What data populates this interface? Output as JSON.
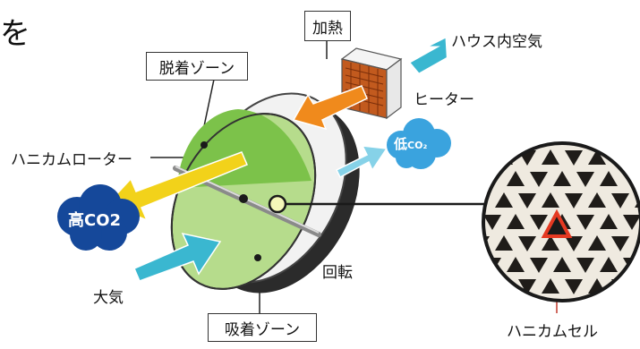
{
  "fragment_text": "を",
  "labels": {
    "heating": "加熱",
    "house_air": "ハウス内空気",
    "desorption_zone": "脱着ゾーン",
    "heater": "ヒーター",
    "honeycomb_rotor": "ハニカムローター",
    "low_co2": "低",
    "low_co2_sub": "CO₂",
    "high_co2": "高CO2",
    "rotation": "回転",
    "atmosphere": "大気",
    "adsorption_zone": "吸着ゾーン",
    "honeycomb_cell": "ハニカムセル"
  },
  "colors": {
    "desorption_green": "#7cc24a",
    "adsorption_green": "#b6dc8c",
    "heat_arrow": "#f08a1c",
    "yellow_arrow": "#f2d21a",
    "cyan_arrow": "#3ab7d0",
    "light_cyan_arrow": "#86d2e8",
    "cloud_dark": "#15489a",
    "cloud_light": "#3aa3de",
    "cell_highlight": "#e53922"
  }
}
